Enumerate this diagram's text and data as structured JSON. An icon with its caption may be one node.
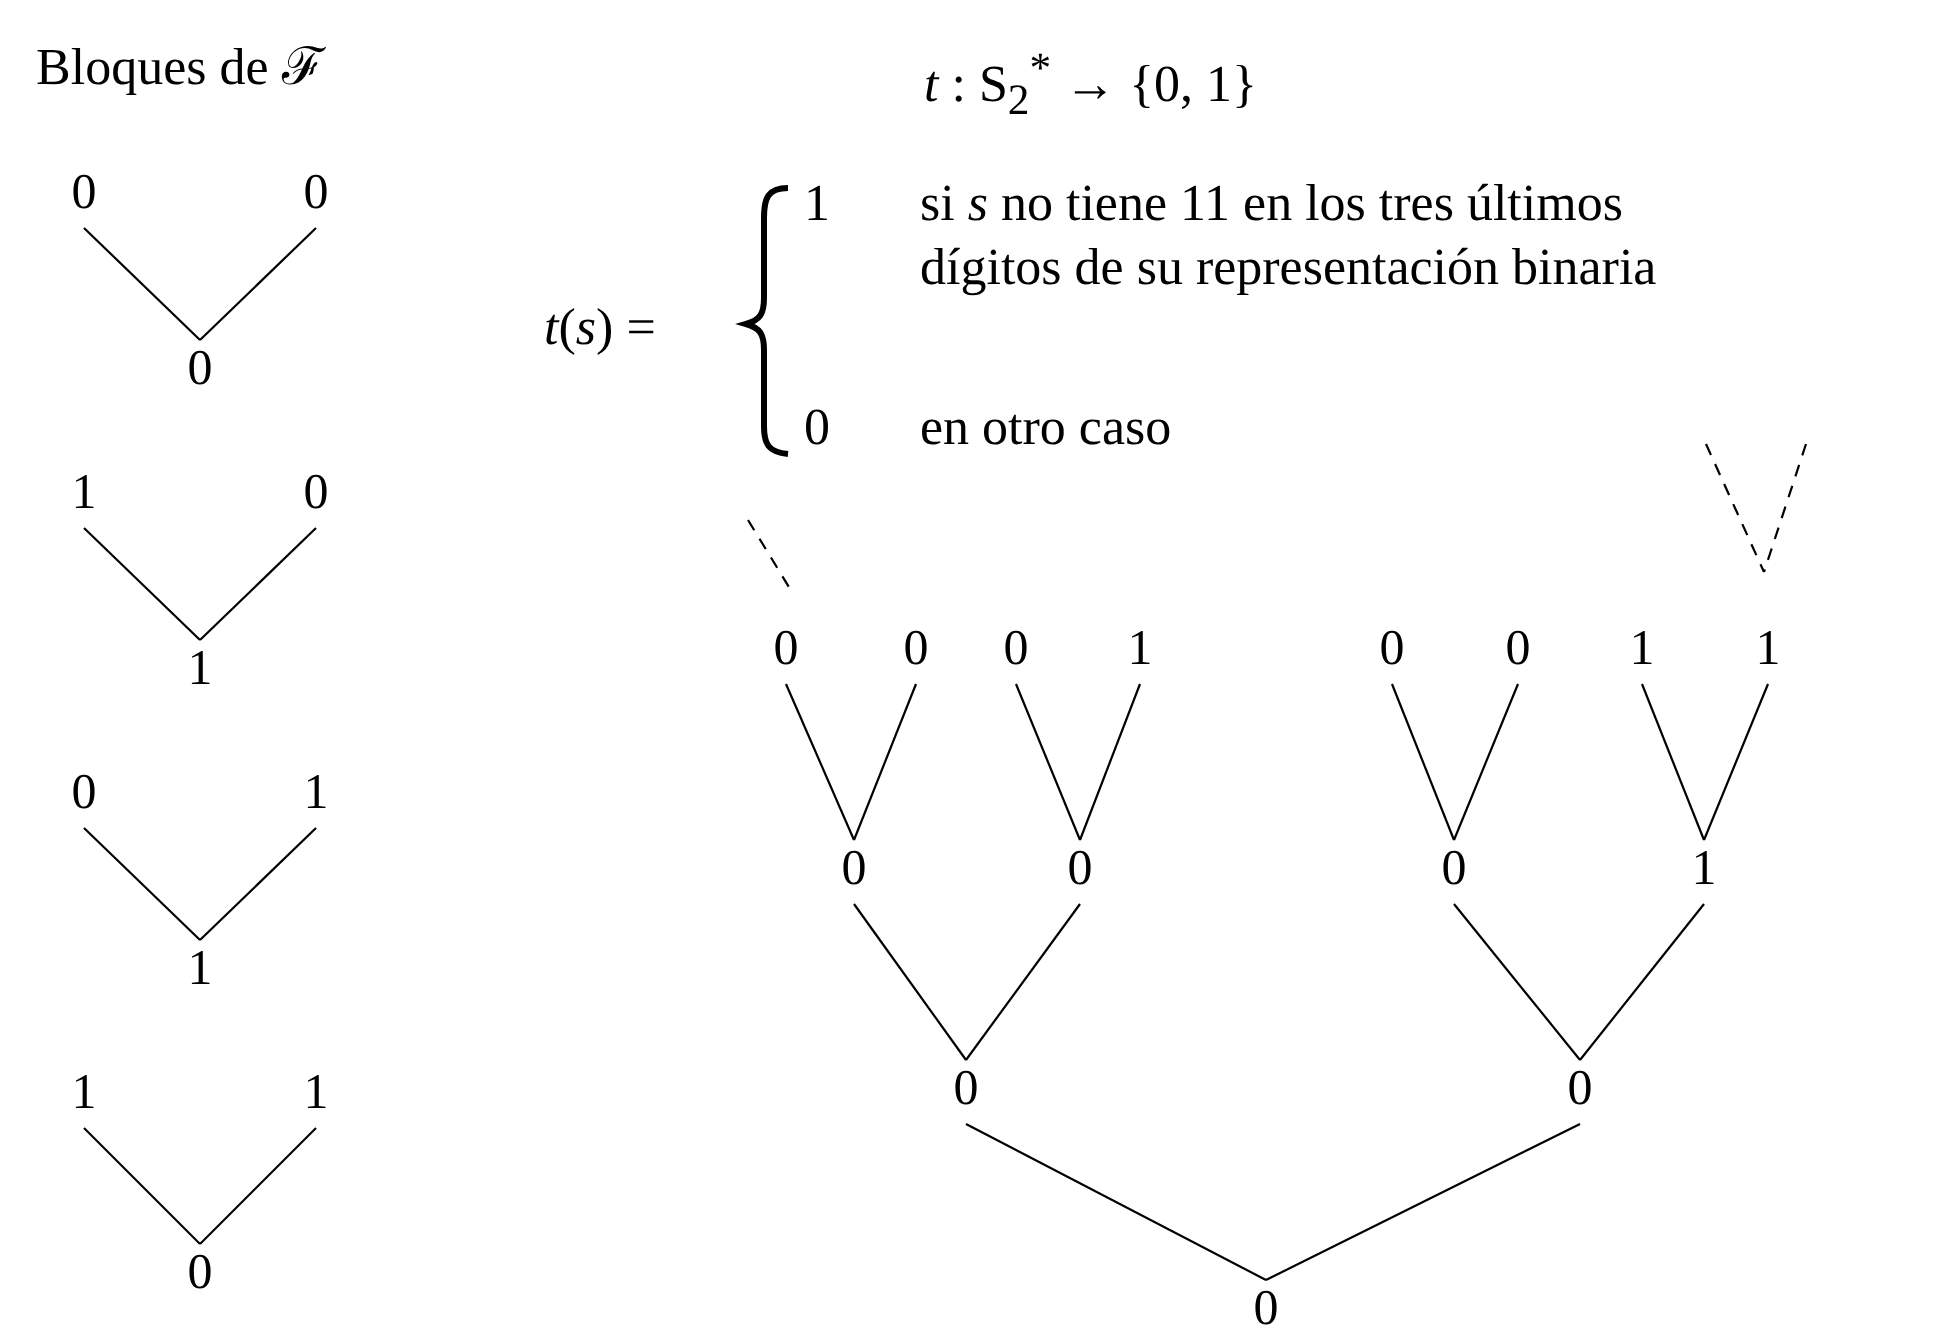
{
  "diagram": {
    "nodes": [
      {
        "text": [
          "0"
        ]
      },
      {
        "text": [
          "0"
        ]
      },
      {
        "text": [
          "0"
        ]
      },
      {
        "text": [
          "1"
        ]
      },
      {
        "text": [
          "0"
        ]
      },
      {
        "text": [
          "1"
        ]
      },
      {
        "text": [
          "0"
        ]
      },
      {
        "text": [
          "1"
        ]
      },
      {
        "text": [
          "1"
        ]
      },
      {
        "text": [
          "1"
        ]
      },
      {
        "text": [
          "1"
        ]
      },
      {
        "text": [
          "0"
        ]
      },
      {
        "text": [
          "0"
        ]
      },
      {
        "text": [
          "0"
        ]
      },
      {
        "text": [
          "0"
        ]
      },
      {
        "text": [
          "1"
        ]
      },
      {
        "text": [
          "0"
        ]
      },
      {
        "text": [
          "0"
        ]
      },
      {
        "text": [
          "1"
        ]
      },
      {
        "text": [
          "1"
        ]
      },
      {
        "text": [
          "0"
        ]
      },
      {
        "text": [
          "0"
        ]
      },
      {
        "text": [
          "0"
        ]
      },
      {
        "text": [
          "1"
        ]
      },
      {
        "text": [
          "0"
        ]
      },
      {
        "text": [
          "0"
        ]
      },
      {
        "text": [
          "0"
        ]
      }
    ],
    "edges": [
      {
        "from": 0,
        "to": 2,
        "arrow": "none"
      },
      {
        "from": 1,
        "to": 2,
        "arrow": "none"
      },
      {
        "from": 3,
        "to": 5,
        "arrow": "none"
      },
      {
        "from": 4,
        "to": 5,
        "arrow": "none"
      },
      {
        "from": 6,
        "to": 8,
        "arrow": "none"
      },
      {
        "from": 7,
        "to": 8,
        "arrow": "none"
      },
      {
        "from": 9,
        "to": 11,
        "arrow": "none"
      },
      {
        "from": 10,
        "to": 11,
        "arrow": "none"
      },
      {
        "from": null,
        "to": 12,
        "arrow": "none",
        "style": "dashed"
      },
      {
        "from": null,
        "to": 19,
        "arrow": "none",
        "style": "dashed"
      },
      {
        "from": null,
        "to": 19,
        "arrow": "none",
        "style": "dashed"
      },
      {
        "from": 12,
        "to": 20,
        "arrow": "none"
      },
      {
        "from": 13,
        "to": 20,
        "arrow": "none"
      },
      {
        "from": 14,
        "to": 21,
        "arrow": "none"
      },
      {
        "from": 15,
        "to": 21,
        "arrow": "none"
      },
      {
        "from": 16,
        "to": 22,
        "arrow": "none"
      },
      {
        "from": 17,
        "to": 22,
        "arrow": "none"
      },
      {
        "from": 18,
        "to": 23,
        "arrow": "none"
      },
      {
        "from": 19,
        "to": 23,
        "arrow": "none"
      },
      {
        "from": 20,
        "to": 24,
        "arrow": "none"
      },
      {
        "from": 21,
        "to": 24,
        "arrow": "none"
      },
      {
        "from": 22,
        "to": 25,
        "arrow": "none"
      },
      {
        "from": 23,
        "to": 25,
        "arrow": "none"
      },
      {
        "from": 24,
        "to": 26,
        "arrow": "none"
      },
      {
        "from": 25,
        "to": 26,
        "arrow": "none"
      }
    ],
    "labels": [
      "Bloques de ℱ",
      "*t* : S$_{2}$$^{*}$ → {0, 1}",
      "*t*(*s*) =",
      "1",
      "si *s* no tiene 11 en los tres últimos dígitos de su representación binaria",
      "0",
      "en otro caso"
    ]
  }
}
